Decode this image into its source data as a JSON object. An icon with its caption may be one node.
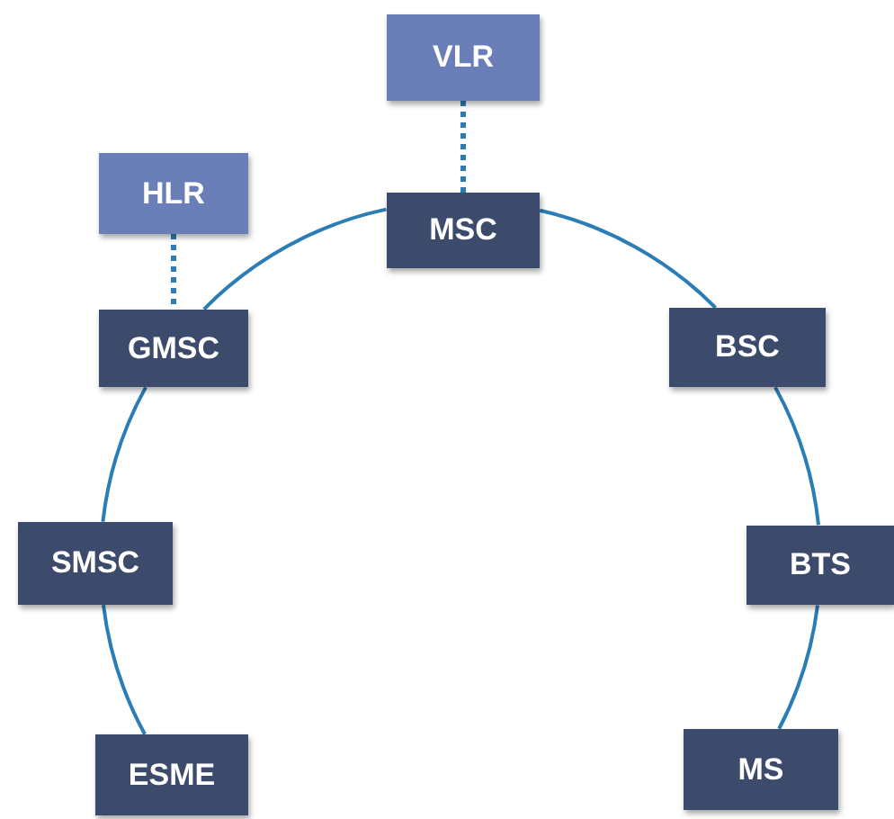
{
  "diagram": {
    "nodes": [
      {
        "text": [
          "VLR"
        ]
      },
      {
        "text": [
          "HLR"
        ]
      },
      {
        "text": [
          "MSC"
        ]
      },
      {
        "text": [
          "GMSC"
        ]
      },
      {
        "text": [
          "BSC"
        ]
      },
      {
        "text": [
          "SMSC"
        ]
      },
      {
        "text": [
          "BTS"
        ]
      },
      {
        "text": [
          "ESME"
        ]
      },
      {
        "text": [
          "MS"
        ]
      }
    ],
    "edges": [
      {
        "from": 0,
        "to": 2,
        "arrow": "none",
        "style": "dashed"
      },
      {
        "from": 1,
        "to": 3,
        "arrow": "none",
        "style": "dashed"
      },
      {
        "from": 3,
        "to": 2,
        "arrow": "none"
      },
      {
        "from": 2,
        "to": 4,
        "arrow": "none"
      },
      {
        "from": 4,
        "to": 6,
        "arrow": "none"
      },
      {
        "from": 6,
        "to": 8,
        "arrow": "none"
      },
      {
        "from": 3,
        "to": 5,
        "arrow": "none"
      },
      {
        "from": 5,
        "to": 7,
        "arrow": "none"
      }
    ]
  }
}
